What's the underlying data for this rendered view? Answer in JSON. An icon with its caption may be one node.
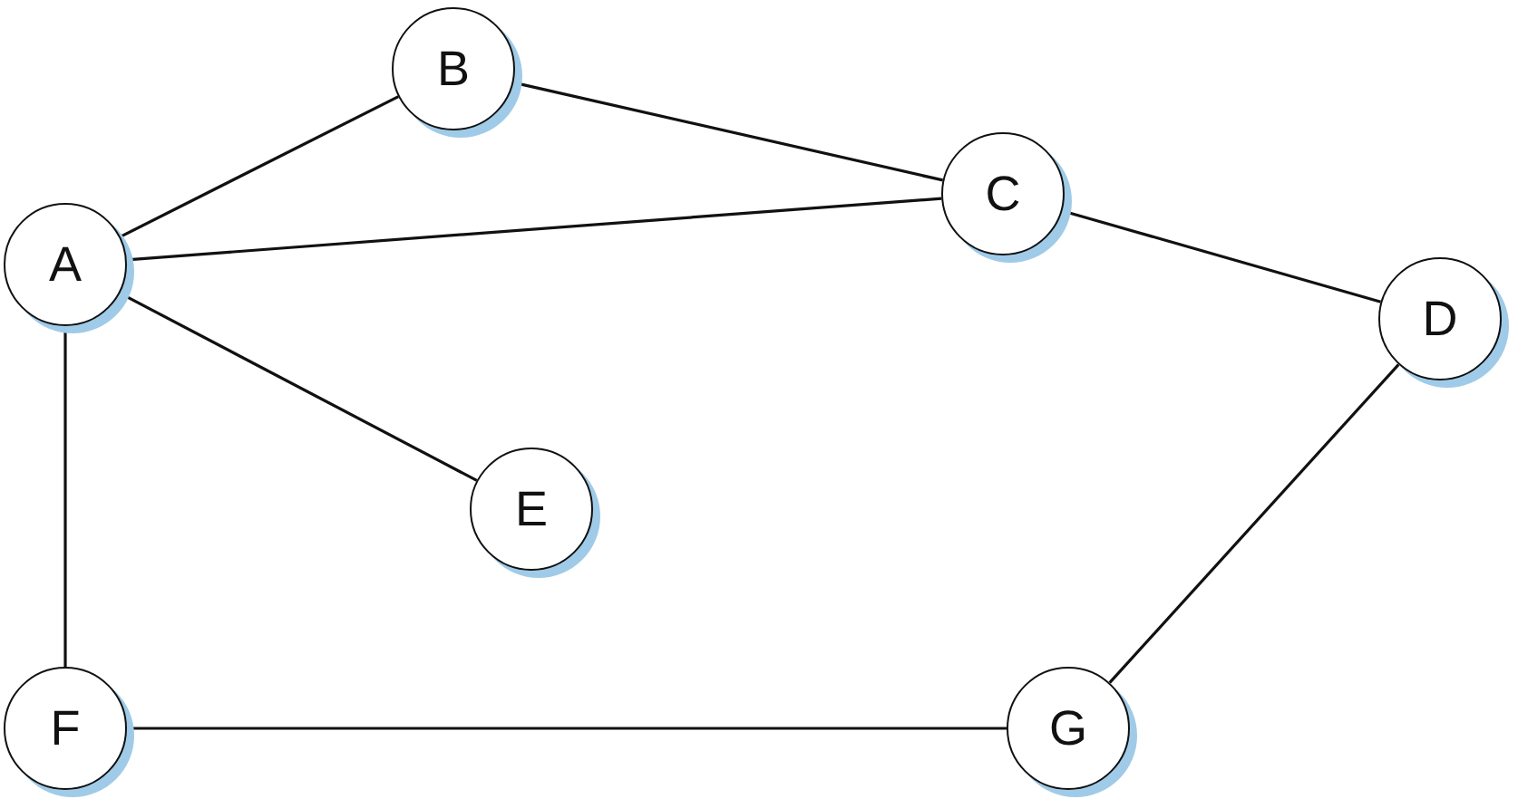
{
  "diagram": {
    "nodes": [
      {
        "text": [
          "A"
        ]
      },
      {
        "text": [
          "B"
        ]
      },
      {
        "text": [
          "C"
        ]
      },
      {
        "text": [
          "D"
        ]
      },
      {
        "text": [
          "E"
        ]
      },
      {
        "text": [
          "F"
        ]
      },
      {
        "text": [
          "G"
        ]
      }
    ],
    "edges": [
      {
        "from": 0,
        "to": 1,
        "arrow": "none"
      },
      {
        "from": 1,
        "to": 2,
        "arrow": "none"
      },
      {
        "from": 0,
        "to": 2,
        "arrow": "none"
      },
      {
        "from": 2,
        "to": 3,
        "arrow": "none"
      },
      {
        "from": 0,
        "to": 4,
        "arrow": "none"
      },
      {
        "from": 0,
        "to": 5,
        "arrow": "none"
      },
      {
        "from": 5,
        "to": 6,
        "arrow": "none"
      },
      {
        "from": 6,
        "to": 3,
        "arrow": "none"
      }
    ]
  }
}
